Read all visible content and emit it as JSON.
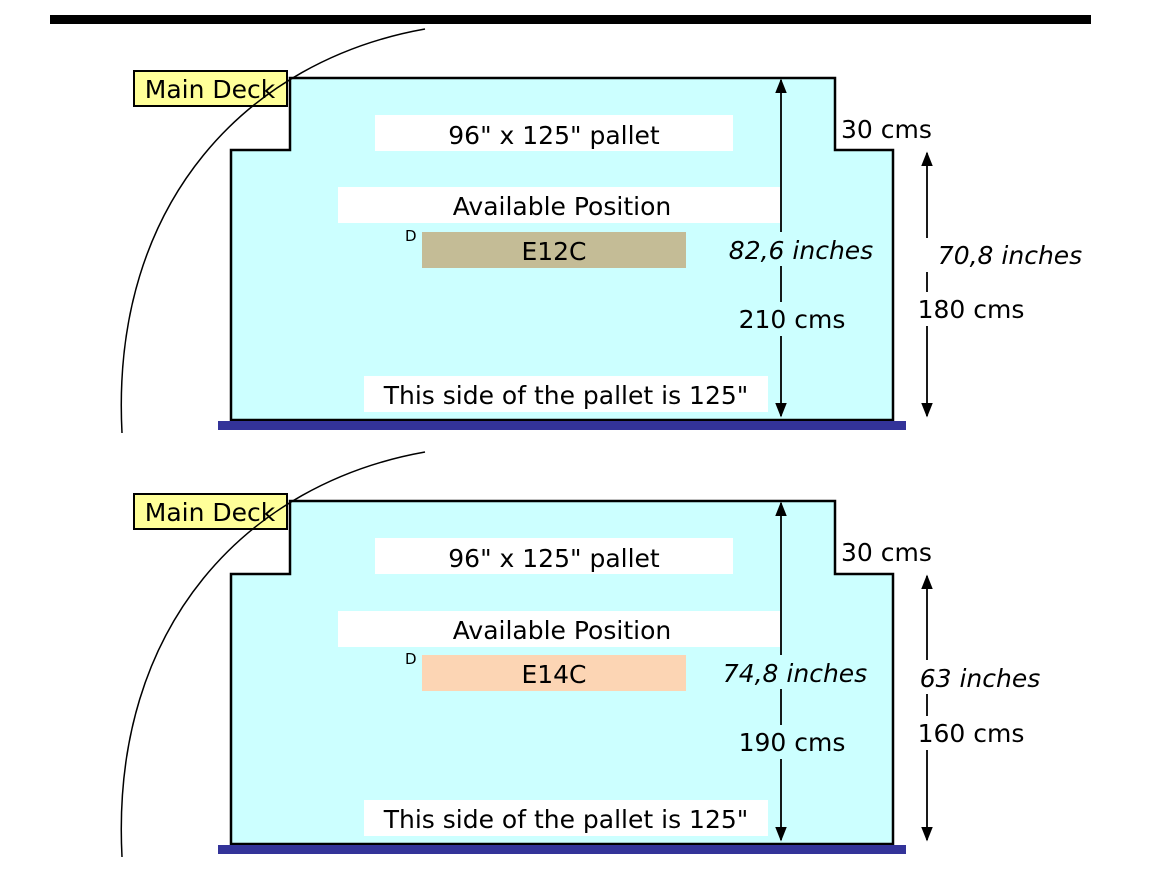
{
  "colors": {
    "top_bar": "#000000",
    "deck_fill": "#ccffff",
    "floor_bar": "#333399",
    "label_box": "#ffff99",
    "position_e12c": "#c4bc96",
    "position_e14c": "#fcd5b4",
    "text_box": "#ffffff"
  },
  "panels": [
    {
      "deck_label": "Main Deck",
      "pallet_label": "96\" x 125\" pallet",
      "available_label": "Available Position",
      "position_code": "E12C",
      "overlap_glyph": "D",
      "side_label": "This side of the pallet is 125\"",
      "inner_height_in": "82,6 inches",
      "inner_height_cm": "210 cms",
      "step_cm": "30 cms",
      "outer_height_in": "70,8 inches",
      "outer_height_cm": "180 cms"
    },
    {
      "deck_label": "Main Deck",
      "pallet_label": "96\" x 125\" pallet",
      "available_label": "Available Position",
      "position_code": "E14C",
      "overlap_glyph": "D",
      "side_label": "This side of the pallet is 125\"",
      "inner_height_in": "74,8 inches",
      "inner_height_cm": "190 cms",
      "step_cm": "30 cms",
      "outer_height_in": "63 inches",
      "outer_height_cm": "160 cms"
    }
  ]
}
